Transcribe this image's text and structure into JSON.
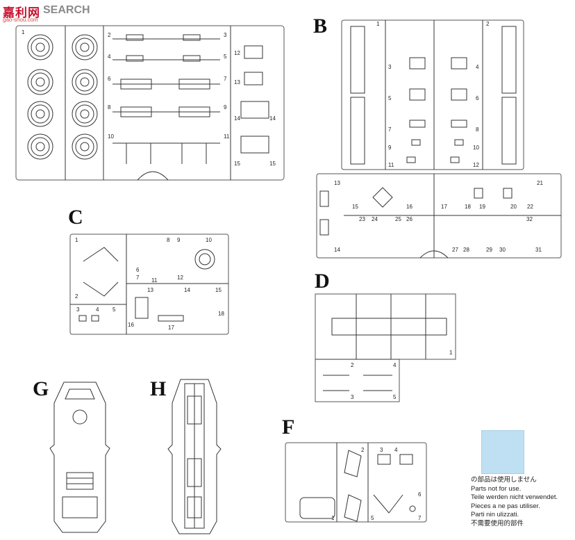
{
  "watermark": {
    "mark": "嘉利网",
    "word": "SEARCH",
    "url": "gao-shou.com"
  },
  "sprues": {
    "A": {
      "letter": "",
      "labels": [
        "1",
        "2",
        "3",
        "4",
        "5",
        "6",
        "7",
        "8",
        "9",
        "10",
        "11",
        "12",
        "13",
        "14",
        "14",
        "15",
        "15"
      ]
    },
    "B": {
      "letter": "B",
      "labels": [
        "1",
        "2",
        "3",
        "4",
        "5",
        "6",
        "7",
        "8",
        "9",
        "10",
        "11",
        "12",
        "13",
        "14",
        "15",
        "16",
        "17",
        "18",
        "19",
        "20",
        "21",
        "22",
        "23",
        "24",
        "25",
        "26",
        "27",
        "28",
        "29",
        "30",
        "31",
        "32"
      ]
    },
    "C": {
      "letter": "C",
      "labels": [
        "1",
        "2",
        "3",
        "4",
        "5",
        "6",
        "7",
        "8",
        "9",
        "10",
        "11",
        "12",
        "13",
        "14",
        "15",
        "16",
        "17",
        "18"
      ]
    },
    "D": {
      "letter": "D",
      "labels": [
        "1",
        "2",
        "3",
        "4",
        "5"
      ]
    },
    "F": {
      "letter": "F",
      "labels": [
        "1",
        "2",
        "3",
        "4",
        "5",
        "6",
        "7"
      ]
    },
    "G": {
      "letter": "G"
    },
    "H": {
      "letter": "H"
    }
  },
  "legend": {
    "lines": [
      "の部品は使用しません",
      "Parts not for use.",
      "Teile werden nicht verwendet.",
      "Pieces a ne pas utiliser.",
      "Parti nin ulizzati.",
      "不需要使用的部件"
    ]
  }
}
